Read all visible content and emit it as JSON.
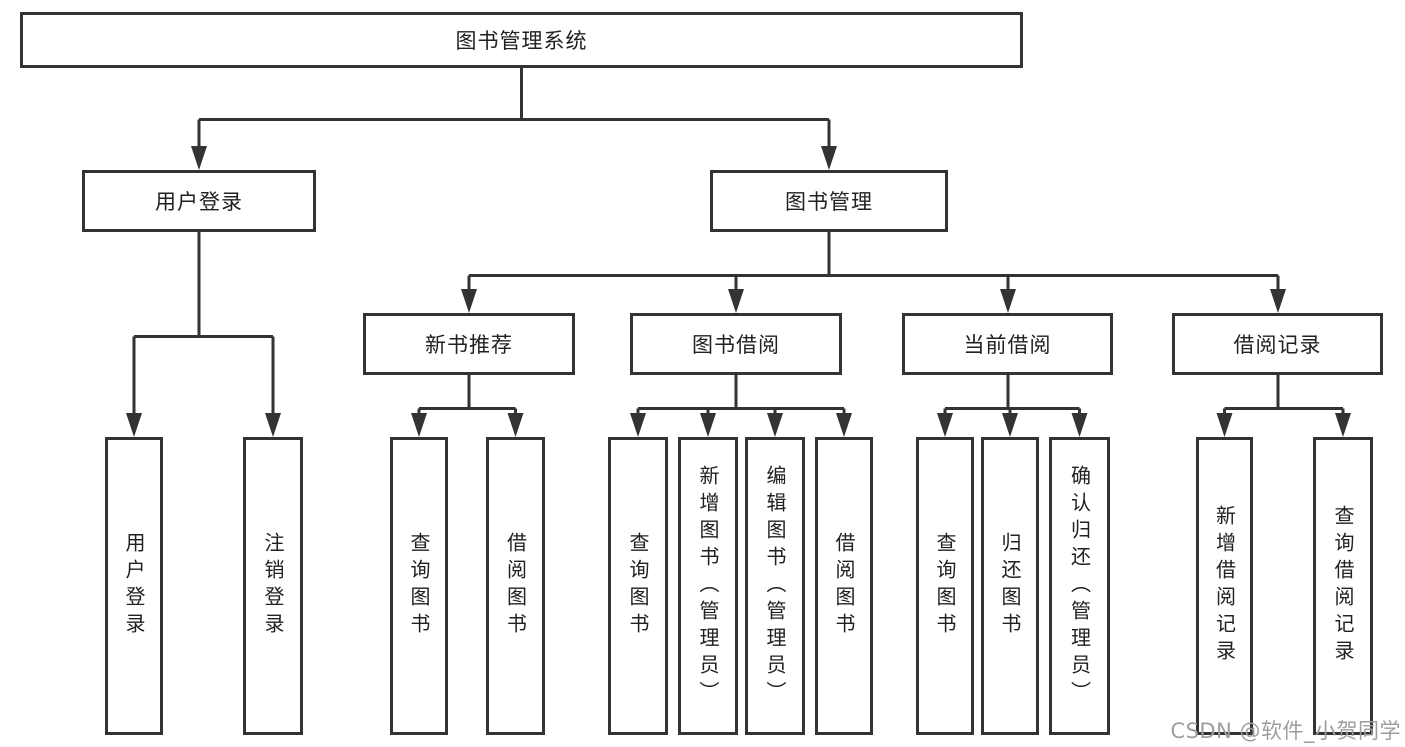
{
  "tree": {
    "root": {
      "label": "图书管理系统"
    },
    "user_login": {
      "label": "用户登录",
      "children": [
        {
          "label": "用户登录"
        },
        {
          "label": "注销登录"
        }
      ]
    },
    "book_mgmt": {
      "label": "图书管理",
      "children": [
        {
          "label": "新书推荐",
          "children": [
            {
              "label": "查询图书"
            },
            {
              "label": "借阅图书"
            }
          ]
        },
        {
          "label": "图书借阅",
          "children": [
            {
              "label": "查询图书"
            },
            {
              "label": "新增图书（管理员）"
            },
            {
              "label": "编辑图书（管理员）"
            },
            {
              "label": "借阅图书"
            }
          ]
        },
        {
          "label": "当前借阅",
          "children": [
            {
              "label": "查询图书"
            },
            {
              "label": "归还图书"
            },
            {
              "label": "确认归还（管理员）"
            }
          ]
        },
        {
          "label": "借阅记录",
          "children": [
            {
              "label": "新增借阅记录"
            },
            {
              "label": "查询借阅记录"
            }
          ]
        }
      ]
    }
  },
  "watermark": "CSDN @软件_小贺同学",
  "colors": {
    "line": "#333333",
    "text": "#212121",
    "bg": "#ffffff",
    "watermark": "#9e9e9e"
  }
}
